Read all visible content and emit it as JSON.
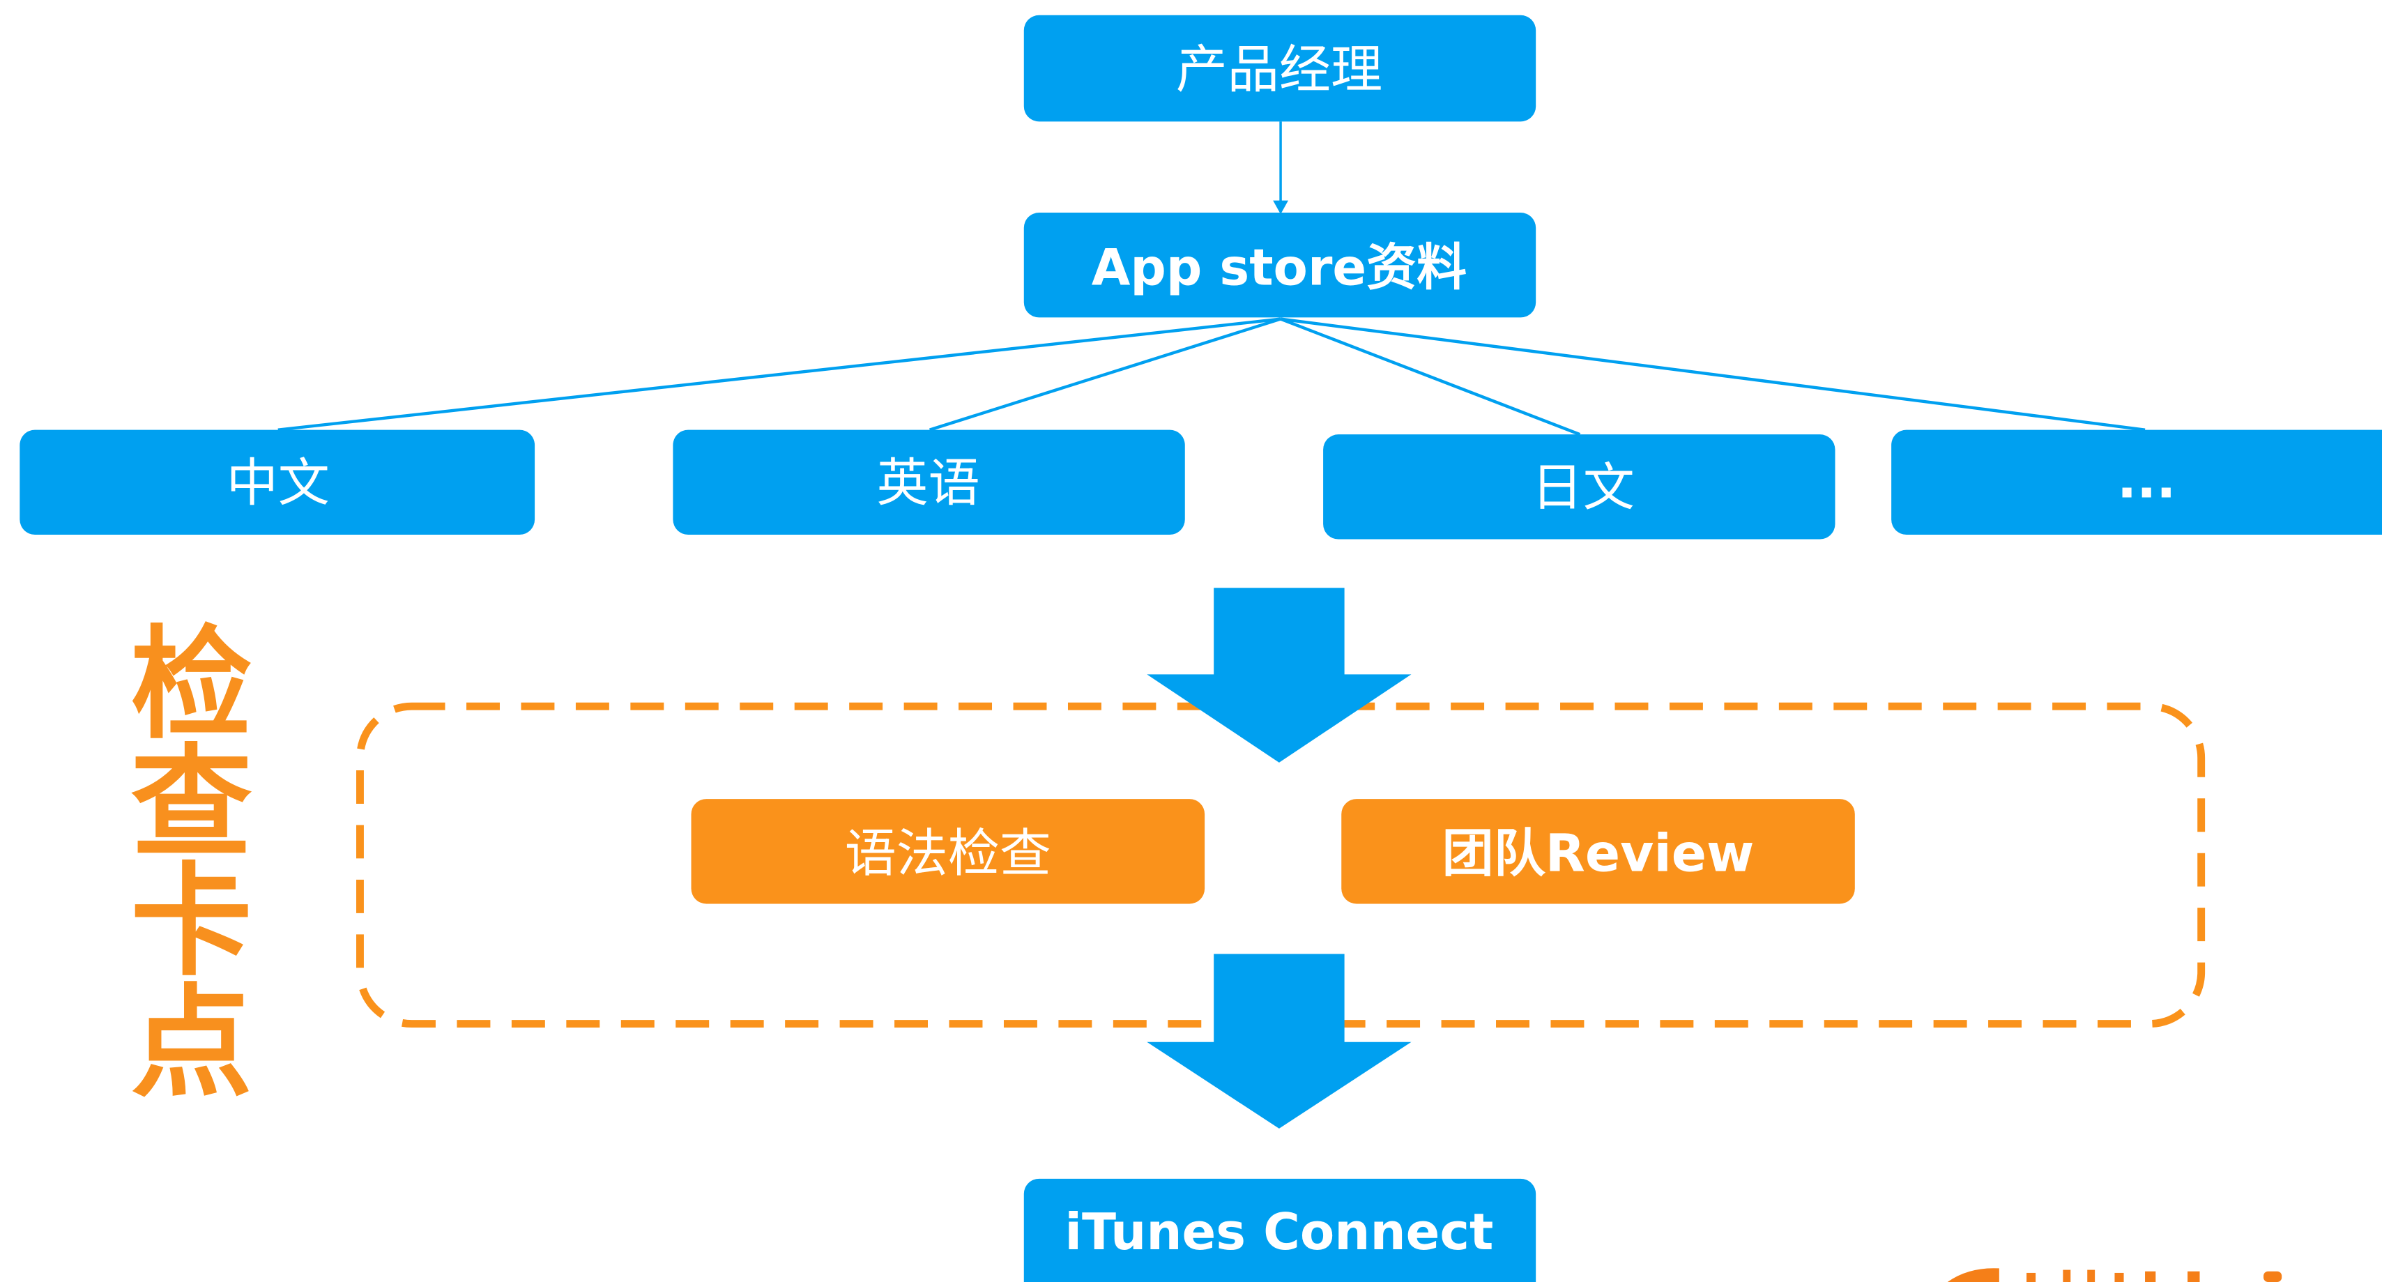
{
  "colors": {
    "blue": "#00A0F0",
    "orange": "#FA921B",
    "box_text": "#FFFFFF",
    "label_orange": "#F8901E"
  },
  "nodes": {
    "product_manager": "产品经理",
    "app_store": "App store资料",
    "lang_chinese": "中文",
    "lang_english": "英语",
    "lang_japanese": "日文",
    "lang_more": "...",
    "grammar_check": "语法检查",
    "team_review": "团队Review",
    "itunes_connect": "iTunes Connect"
  },
  "checkpoint_label": [
    "检",
    "查",
    "卡",
    "点"
  ]
}
